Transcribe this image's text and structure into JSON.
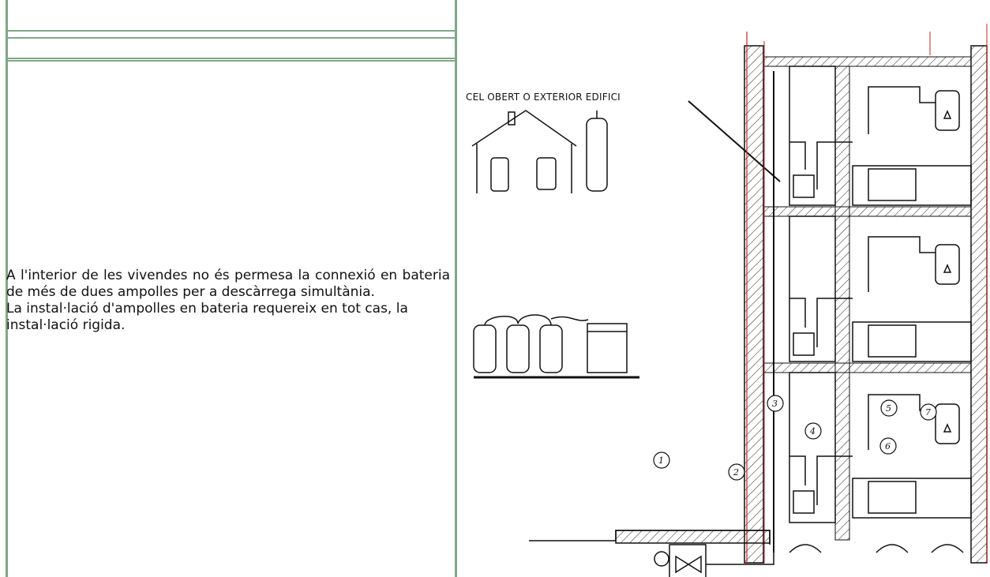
{
  "paragraphs": [
    "A l'interior de les vivendes no és permesa la connexió en bateria de més de dues ampolles per a descàrrega simultània.",
    "La instal·lació d'ampolles en bateria requereix en tot cas, la instal·lació rigida."
  ],
  "diagram": {
    "label": "CEL OBERT O EXTERIOR EDIFICI",
    "callouts": [
      "1",
      "2",
      "3",
      "4",
      "5",
      "6",
      "7"
    ]
  }
}
